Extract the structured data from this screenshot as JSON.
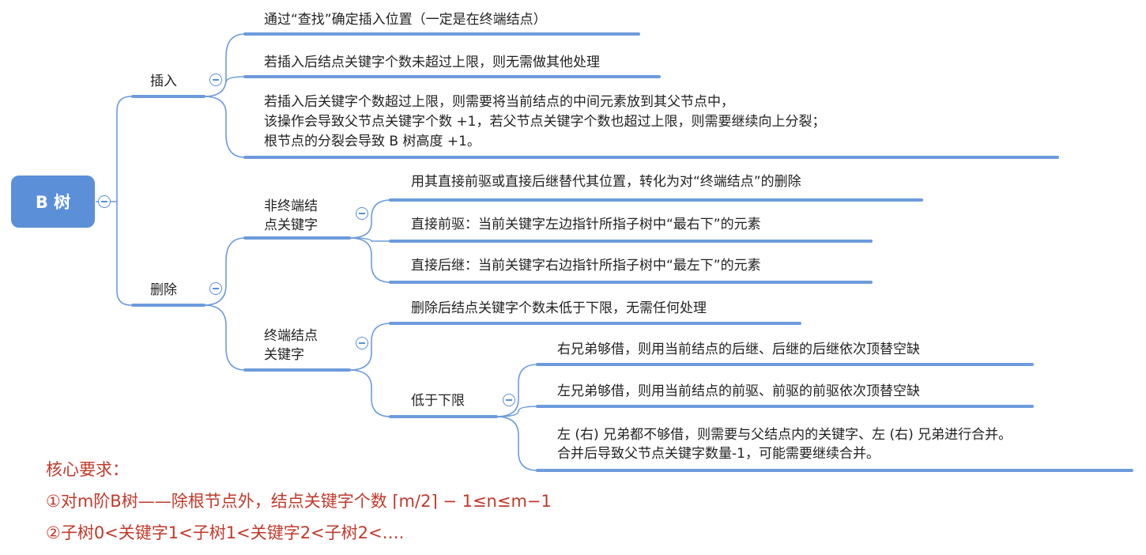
{
  "root": {
    "label": "B 树"
  },
  "insert": {
    "label": "插入",
    "items": [
      "通过“查找”确定插入位置（一定是在终端结点）",
      "若插入后结点关键字个数未超过上限，则无需做其他处理",
      [
        "若插入后关键字个数超过上限，则需要将当前结点的中间元素放到其父节点中，",
        "该操作会导致父节点关键字个数 +1，若父节点关键字个数也超过上限，则需要继续向上分裂；",
        "根节点的分裂会导致 B 树高度 +1。"
      ]
    ]
  },
  "delete": {
    "label": "删除",
    "nonterminal": {
      "label": [
        "非终端结",
        "点关键字"
      ],
      "items": [
        "用其直接前驱或直接后继替代其位置，转化为对“终端结点”的删除",
        "直接前驱：当前关键字左边指针所指子树中“最右下”的元素",
        "直接后继：当前关键字右边指针所指子树中“最左下”的元素"
      ]
    },
    "terminal": {
      "label": [
        "终端结点",
        "关键字"
      ],
      "items": [
        "删除后结点关键字个数未低于下限，无需任何处理"
      ],
      "below": {
        "label": "低于下限",
        "items": [
          "右兄弟够借，则用当前结点的后继、后继的后继依次顶替空缺",
          "左兄弟够借，则用当前结点的前驱、前驱的前驱依次顶替空缺",
          [
            "左 (右) 兄弟都不够借，则需要与父结点内的关键字、左 (右) 兄弟进行合并。",
            "合并后导致父节点关键字数量-1，可能需要继续合并。"
          ]
        ]
      }
    }
  },
  "notes": [
    "核心要求：",
    "①对m阶B树——除根节点外，结点关键字个数 ⌈m/2⌉ − 1≤n≤m−1",
    "②子树0<关键字1<子树1<关键字2<子树2<…."
  ],
  "colors": {
    "line": "#5b8fd8",
    "root_fill": "#5b8fd8",
    "note_text": "#c0392b"
  }
}
